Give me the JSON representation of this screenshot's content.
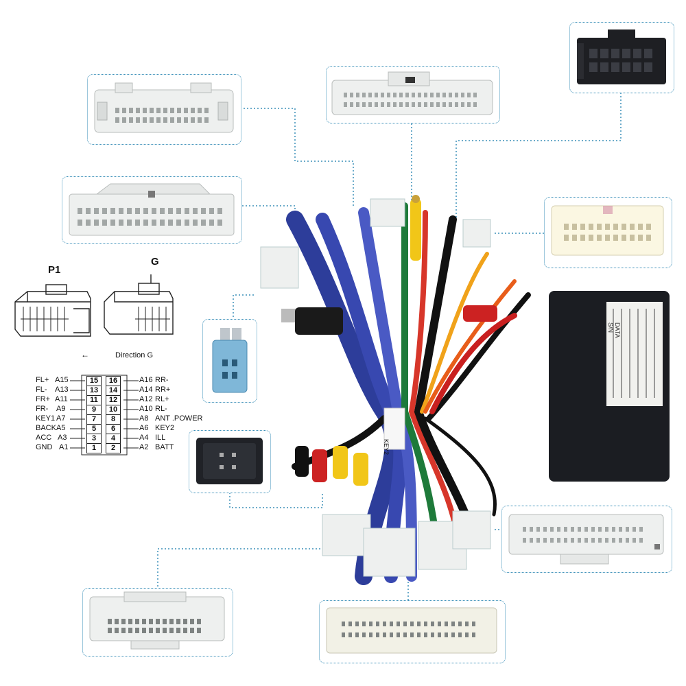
{
  "diagram": {
    "p1_label": "P1",
    "g_label": "G",
    "direction_label": "Direction G"
  },
  "pinout": {
    "left": [
      {
        "name": "FL+",
        "code": "A15",
        "pin": "15"
      },
      {
        "name": "FL-",
        "code": "A13",
        "pin": "13"
      },
      {
        "name": "FR+",
        "code": "A11",
        "pin": "11"
      },
      {
        "name": "FR-",
        "code": "A9",
        "pin": "9"
      },
      {
        "name": "KEY1",
        "code": "A7",
        "pin": "7"
      },
      {
        "name": "BACK",
        "code": "A5",
        "pin": "5"
      },
      {
        "name": "ACC",
        "code": "A3",
        "pin": "3"
      },
      {
        "name": "GND",
        "code": "A1",
        "pin": "1"
      }
    ],
    "right": [
      {
        "pin": "16",
        "code": "A16",
        "name": "RR-"
      },
      {
        "pin": "14",
        "code": "A14",
        "name": "RR+"
      },
      {
        "pin": "12",
        "code": "A12",
        "name": "RL+"
      },
      {
        "pin": "10",
        "code": "A10",
        "name": "RL-"
      },
      {
        "pin": "8",
        "code": "A8",
        "name": "ANT .POWER"
      },
      {
        "pin": "6",
        "code": "A6",
        "name": "KEY2"
      },
      {
        "pin": "4",
        "code": "A4",
        "name": "ILL"
      },
      {
        "pin": "2",
        "code": "A2",
        "name": "BATT"
      }
    ]
  },
  "harness": {
    "wire_tag": "KEY2"
  },
  "decoder_box": {
    "label_text": "DATA\nS/N"
  },
  "colors": {
    "frame": "#3a8fb8",
    "connector_white": "#eef0ef",
    "box_black": "#1b1d22"
  }
}
